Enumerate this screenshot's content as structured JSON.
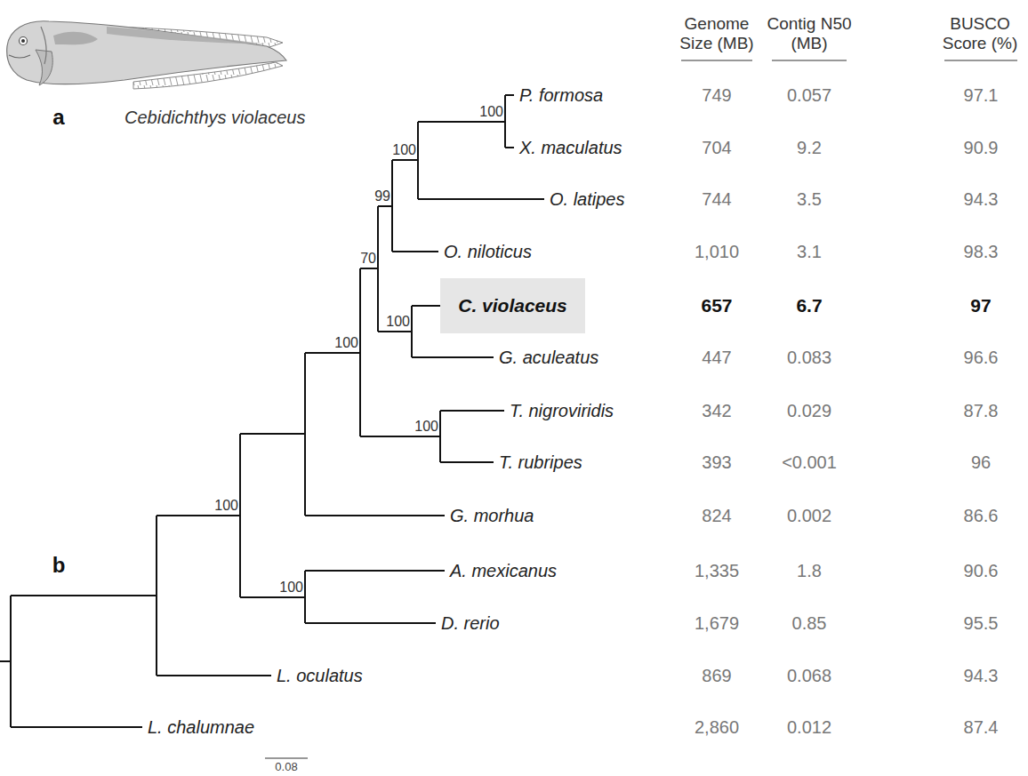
{
  "diagram": {
    "nodes": [
      {
        "text": [
          "C. violaceus"
        ]
      }
    ],
    "labels": [
      "Cebidichthys violaceus",
      "a",
      "b",
      "Genome Size (MB)",
      "Contig N50 (MB)",
      "BUSCO Score (%)",
      "P. formosa",
      "X. maculatus",
      "O. latipes",
      "O. niloticus",
      "G. aculeatus",
      "T. nigroviridis",
      "T. rubripes",
      "G. morhua",
      "A. mexicanus",
      "D. rerio",
      "L. oculatus",
      "L. chalumnae",
      "100",
      "100",
      "99",
      "70",
      "100",
      "100",
      "100",
      "100",
      "100",
      "749",
      "0.057",
      "97.1",
      "704",
      "9.2",
      "90.9",
      "744",
      "3.5",
      "94.3",
      "1,010",
      "3.1",
      "98.3",
      "657",
      "6.7",
      "97",
      "447",
      "0.083",
      "96.6",
      "342",
      "0.029",
      "87.8",
      "393",
      "<0.001",
      "96",
      "824",
      "0.002",
      "86.6",
      "1,335",
      "1.8",
      "90.6",
      "1,679",
      "0.85",
      "95.5",
      "869",
      "0.068",
      "94.3",
      "2,860",
      "0.012",
      "87.4",
      "0.08"
    ]
  }
}
